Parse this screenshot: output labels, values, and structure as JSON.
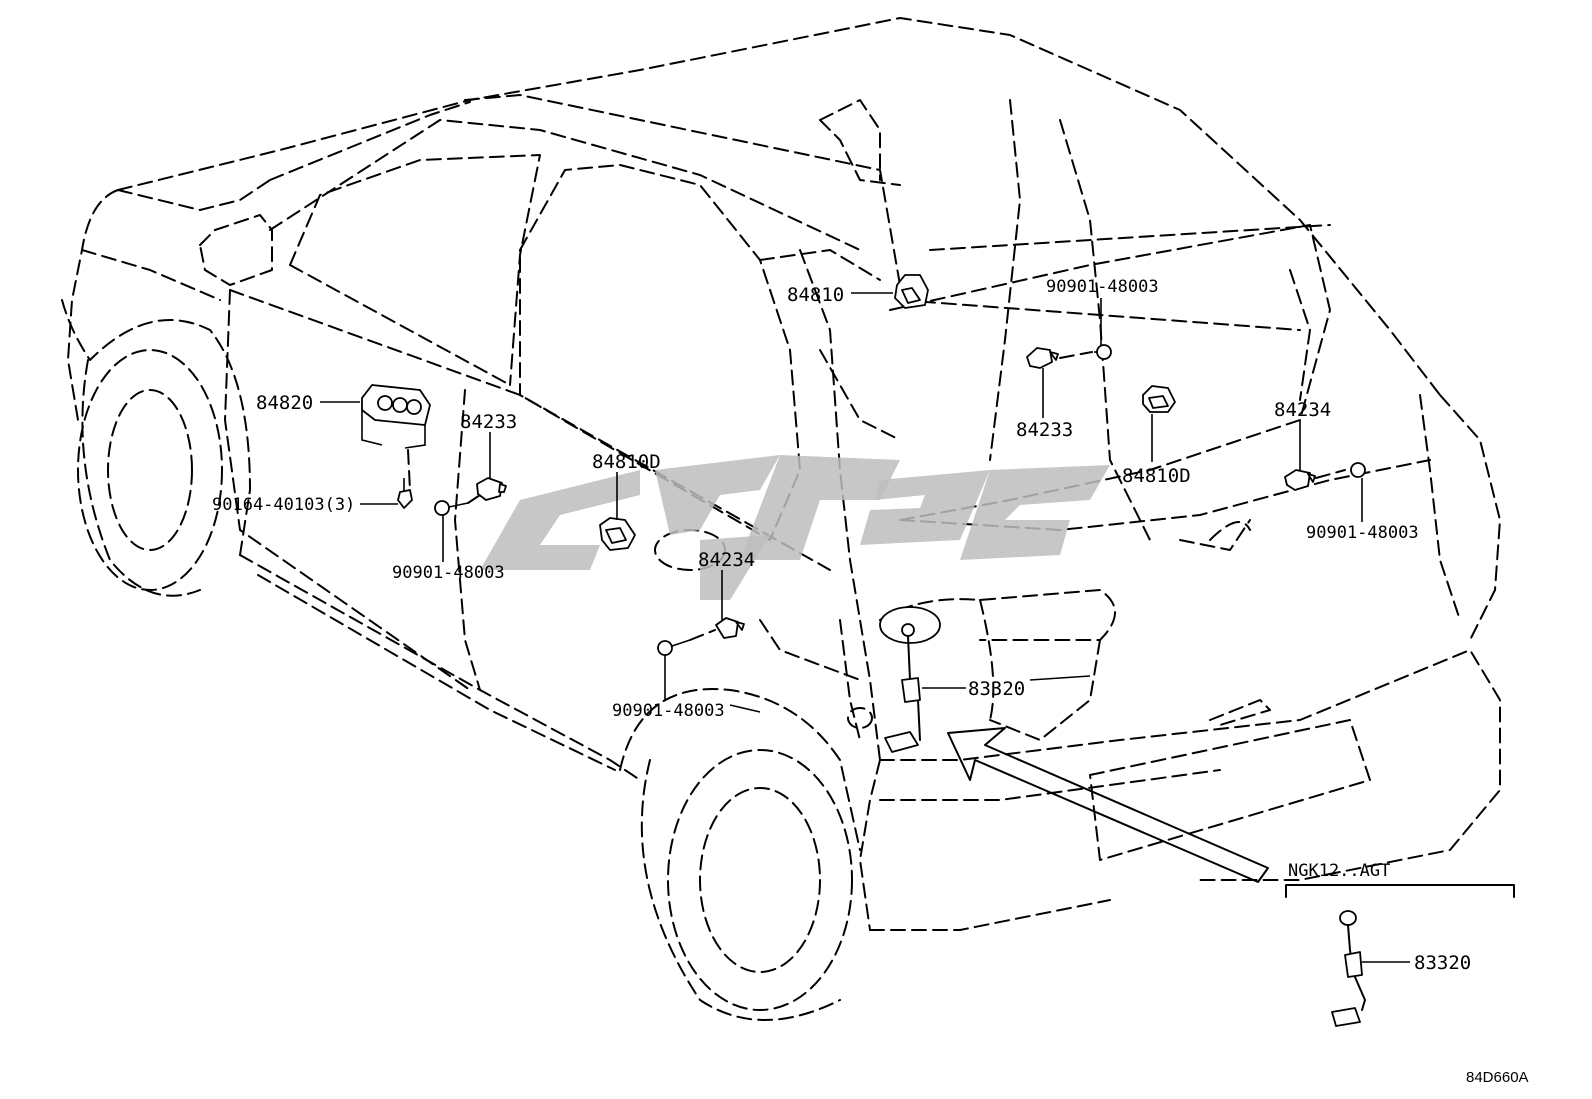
{
  "labels": {
    "p84810": "84810",
    "p84820": "84820",
    "p84233_left": "84233",
    "p84810D_left": "84810D",
    "p90164": "90164-40103(3)",
    "p90901_left": "90901-48003",
    "p84234_left": "84234",
    "p90901_bottom": "90901-48003",
    "p83320_main": "83320",
    "p90901_top": "90901-48003",
    "p84233_right": "84233",
    "p84810D_right": "84810D",
    "p84234_right": "84234",
    "p90901_right": "90901-48003",
    "inset_title": "NGK12..AGT",
    "p83320_inset": "83320",
    "figure_code": "84D660A"
  }
}
